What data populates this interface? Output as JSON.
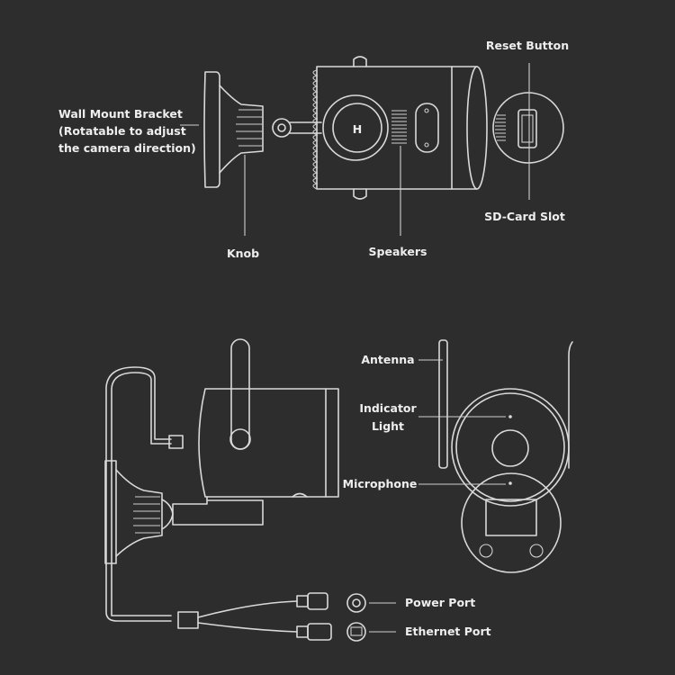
{
  "title": "Outdoor Camera Parts Diagram",
  "top_view": {
    "wall_mount_bracket": [
      "Wall Mount Bracket",
      "(Rotatable to adjust",
      "the camera direction)"
    ],
    "knob": "Knob",
    "speakers": "Speakers",
    "reset_button": "Reset Button",
    "sd_card_slot": "SD-Card Slot",
    "logo_letter": "H"
  },
  "bottom_view": {
    "antenna": "Antenna",
    "indicator_light": [
      "Indicator",
      "Light"
    ],
    "microphone": "Microphone",
    "power_port": "Power Port",
    "ethernet_port": "Ethernet Port"
  },
  "colors": {
    "background": "#2d2d2d",
    "line": "#d9d9d9",
    "text": "#eeeeee"
  }
}
